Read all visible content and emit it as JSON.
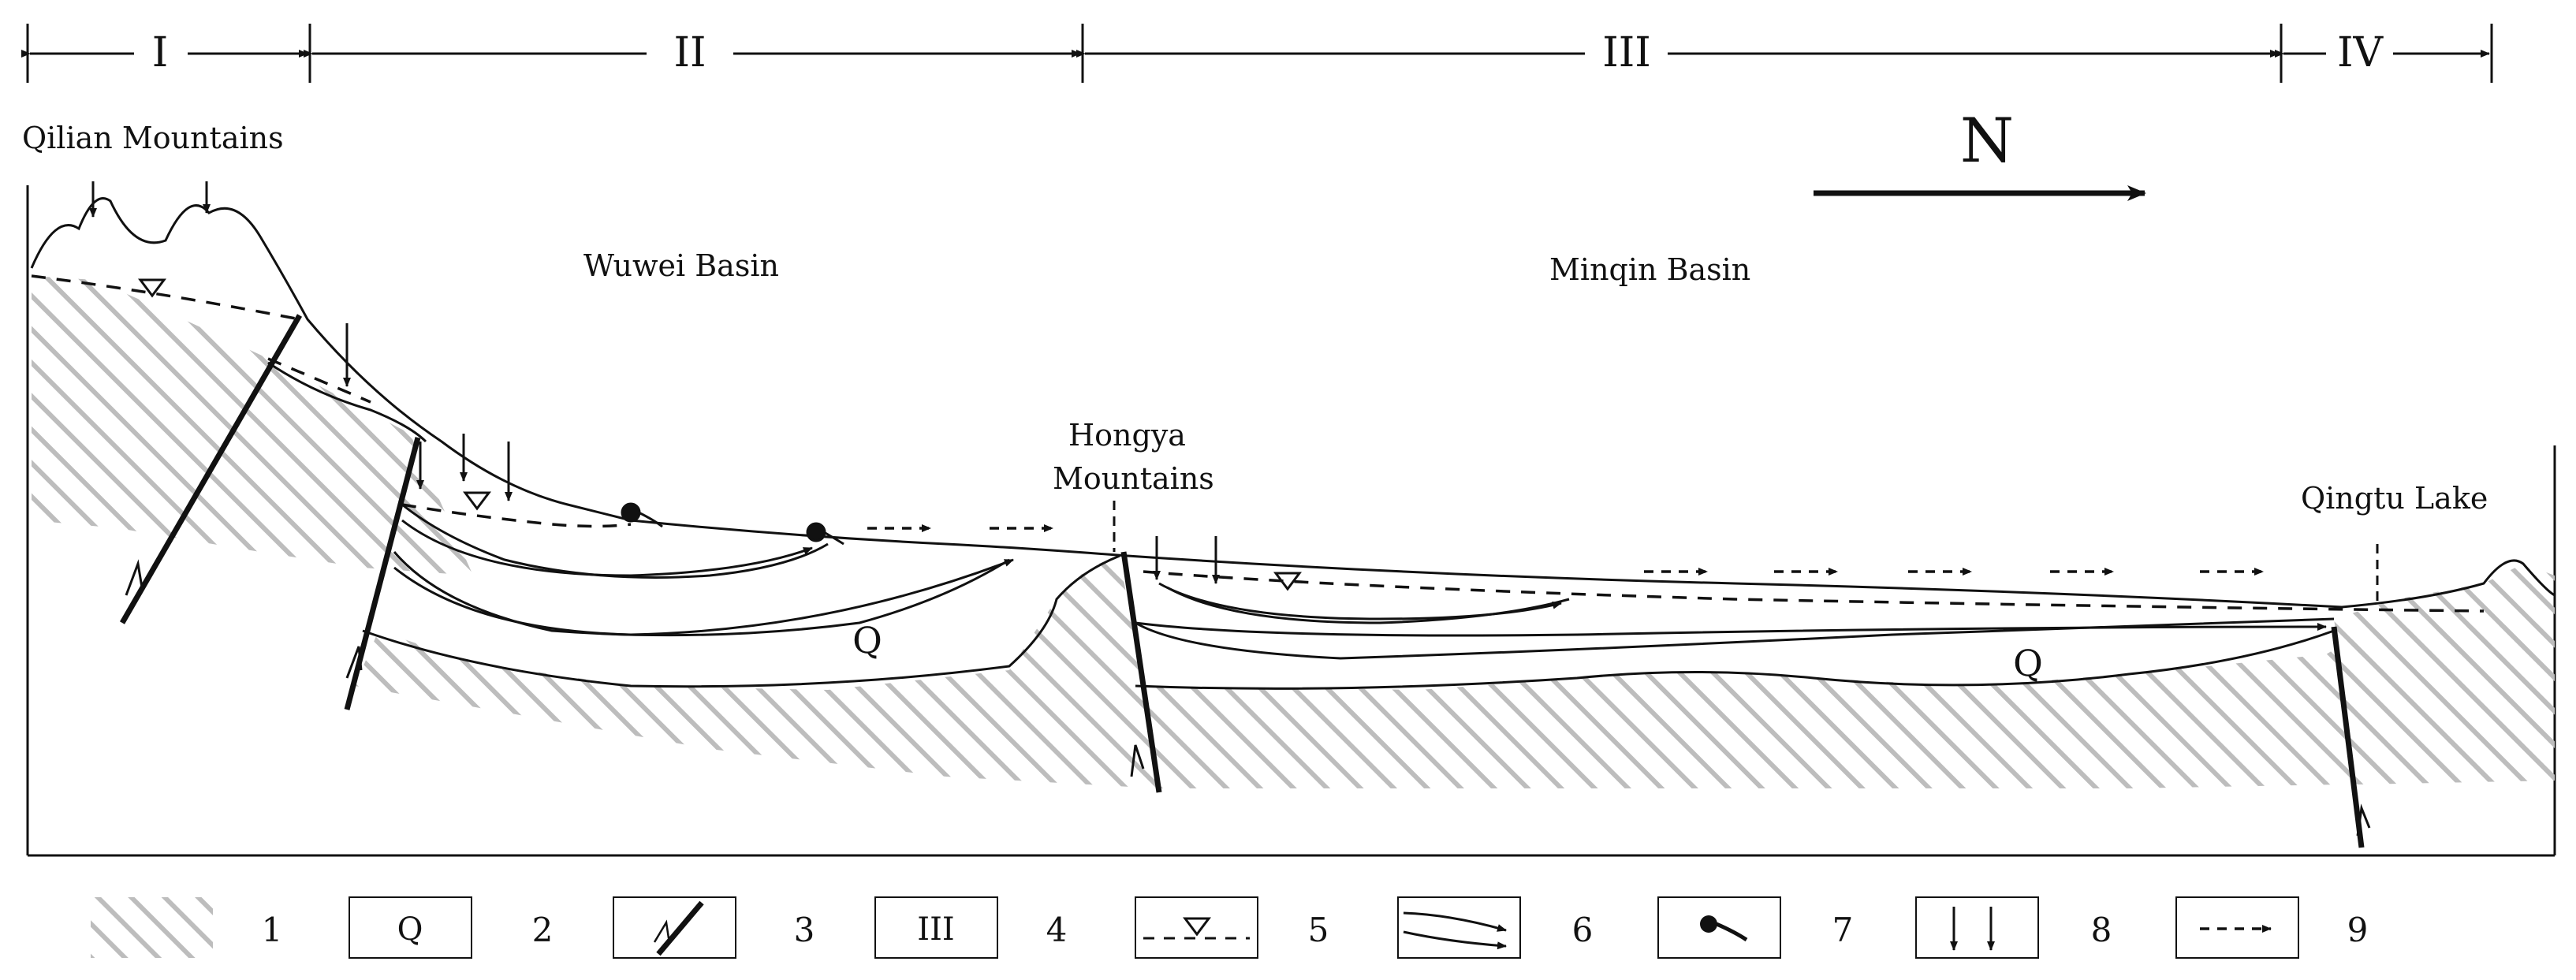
{
  "zones": [
    {
      "id": "I",
      "label": "I"
    },
    {
      "id": "II",
      "label": "II"
    },
    {
      "id": "III",
      "label": "III"
    },
    {
      "id": "IV",
      "label": "IV"
    }
  ],
  "places": {
    "qilian": "Qilian Mountains",
    "wuwei": "Wuwei Basin",
    "minqin": "Minqin Basin",
    "hongya_line1": "Hongya",
    "hongya_line2": "Mountains",
    "qingtu": "Qingtu Lake"
  },
  "north": "N",
  "q_labels": [
    "Q",
    "Q"
  ],
  "legend": [
    {
      "num": "1",
      "symbol": "hatch"
    },
    {
      "num": "2",
      "symbol": "Q"
    },
    {
      "num": "3",
      "symbol": "fault"
    },
    {
      "num": "4",
      "symbol": "III"
    },
    {
      "num": "5",
      "symbol": "water-table"
    },
    {
      "num": "6",
      "symbol": "flow-lines"
    },
    {
      "num": "7",
      "symbol": "spring"
    },
    {
      "num": "8",
      "symbol": "recharge-arrows"
    },
    {
      "num": "9",
      "symbol": "dashed-arrow"
    }
  ],
  "colors": {
    "hatch": "#bdbdbd",
    "line": "#111111"
  }
}
